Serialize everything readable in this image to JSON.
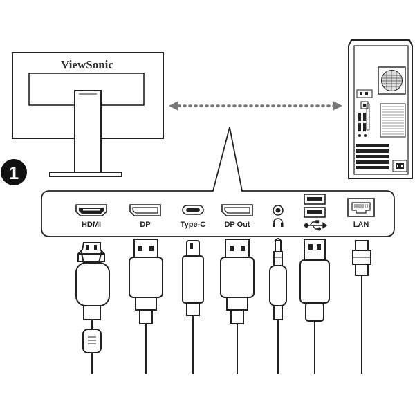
{
  "monitor": {
    "brand": "ViewSonic"
  },
  "step": {
    "number": "1"
  },
  "ports": [
    {
      "id": "hdmi",
      "label": "HDMI"
    },
    {
      "id": "dp",
      "label": "DP"
    },
    {
      "id": "typec",
      "label": "Type-C"
    },
    {
      "id": "dpout",
      "label": "DP Out"
    },
    {
      "id": "audio",
      "label": "",
      "icon": "headphone-icon"
    },
    {
      "id": "usb",
      "label": "",
      "icon": "usb-icon"
    },
    {
      "id": "lan",
      "label": "LAN"
    }
  ],
  "colors": {
    "line": "#222222",
    "fill_gray": "#cfcfcf",
    "dark": "#111111",
    "arrow_gray": "#888888"
  }
}
